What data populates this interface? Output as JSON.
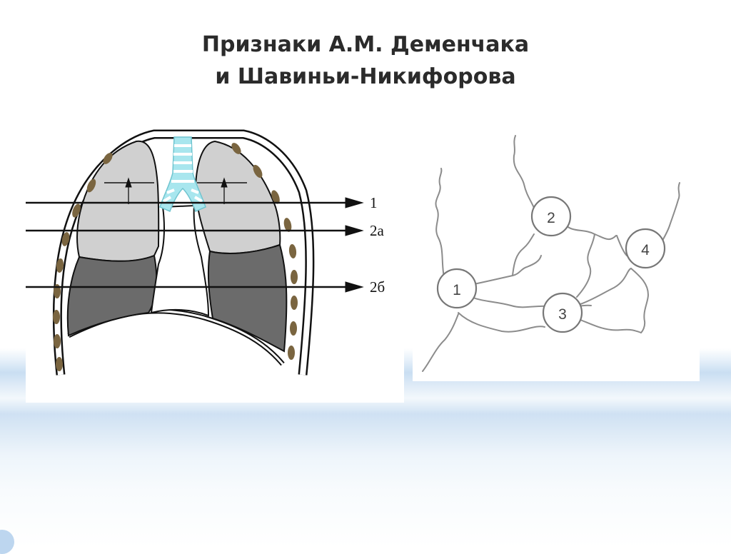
{
  "slide": {
    "title_line1": "Признаки А.М. Деменчака",
    "title_line2": "и Шавиньи-Никифорова"
  },
  "lung_diagram": {
    "arrow_labels": [
      "1",
      "2а",
      "2б"
    ]
  },
  "network_diagram": {
    "node_labels": [
      "1",
      "2",
      "3",
      "4"
    ]
  },
  "colors": {
    "title": "#2b2b2b",
    "light_lung": "#d0d0d0",
    "dark_lung": "#6b6b6b",
    "rib": "#7a6540",
    "trachea": "#a8e6ee",
    "network_line": "#8c8c8c"
  }
}
